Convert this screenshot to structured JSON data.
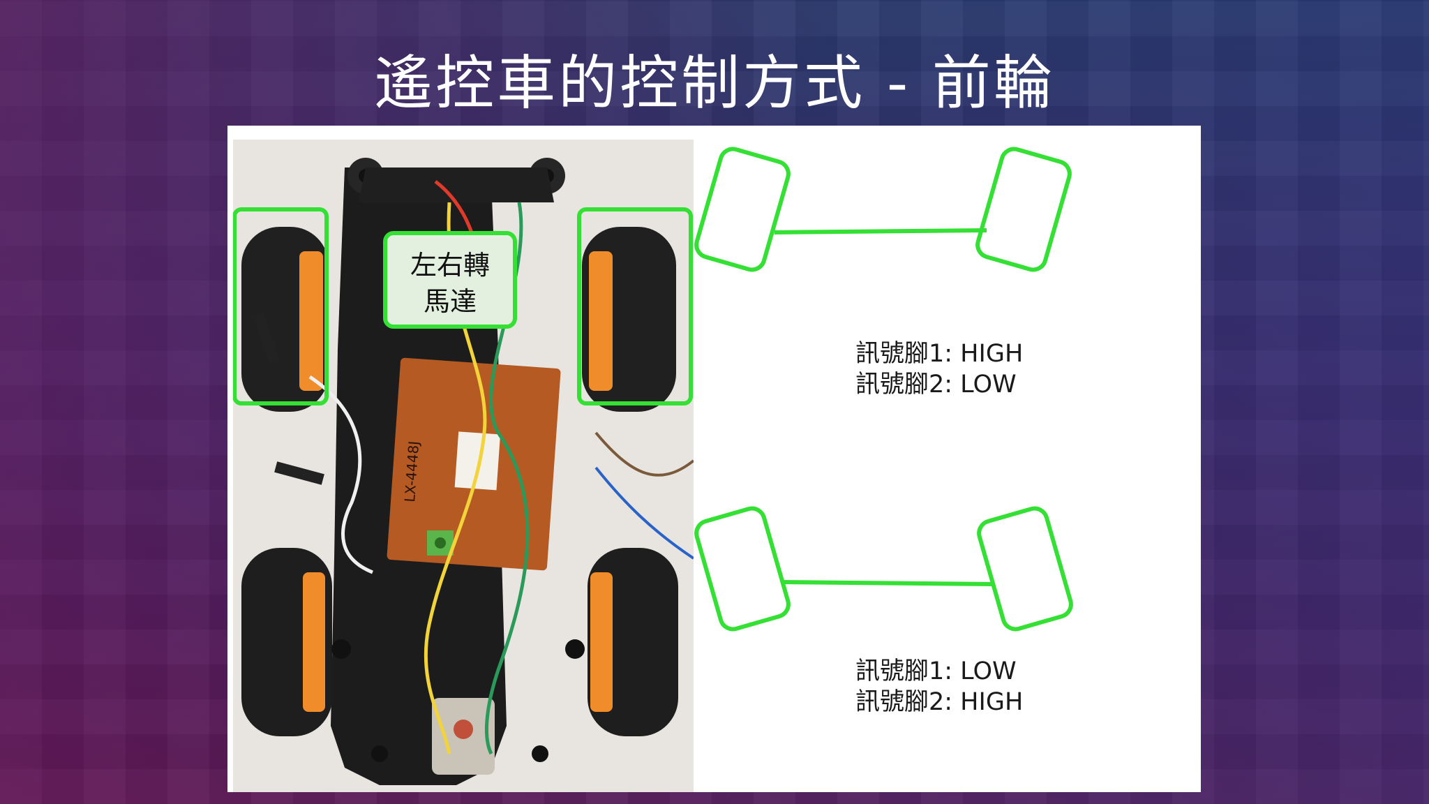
{
  "slide": {
    "title": "遙控車的控制方式 - 前輪"
  },
  "photo": {
    "label_line1": "左右轉",
    "label_line2": "馬達",
    "board_text": "LX-4448J"
  },
  "states": [
    {
      "pin1": "訊號腳1: HIGH",
      "pin2": "訊號腳2: LOW"
    },
    {
      "pin1": "訊號腳1: LOW",
      "pin2": "訊號腳2: HIGH"
    }
  ],
  "colors": {
    "highlight": "#33e033",
    "label_bg": "#e4f0df",
    "chassis": "#1b1b1b",
    "wheel_hub": "#f08c2a"
  }
}
